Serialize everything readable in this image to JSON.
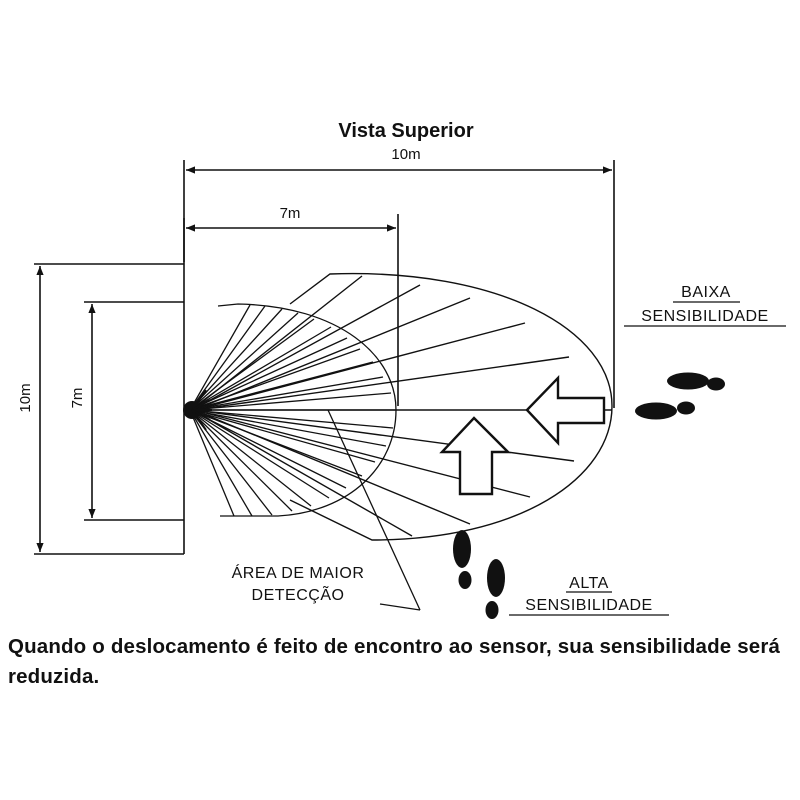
{
  "title": "Vista Superior",
  "dimensions": {
    "top_outer": "10m",
    "top_inner": "7m",
    "left_outer": "10m",
    "left_inner": "7m"
  },
  "labels": {
    "low_line1": "BAIXA",
    "low_line2": "SENSIBILIDADE",
    "high_line1": "ALTA",
    "high_line2": "SENSIBILIDADE",
    "area_line1": "ÁREA DE MAIOR",
    "area_line2": "DETECÇÃO"
  },
  "caption": "Quando o deslocamento é feito de encontro ao sensor, sua sensibilidade será reduzida.",
  "colors": {
    "ink": "#111111",
    "background": "#ffffff"
  },
  "icons": [
    "sensor-icon",
    "footprints-right-icon",
    "footprints-down-icon",
    "arrow-left-icon",
    "arrow-up-icon"
  ]
}
